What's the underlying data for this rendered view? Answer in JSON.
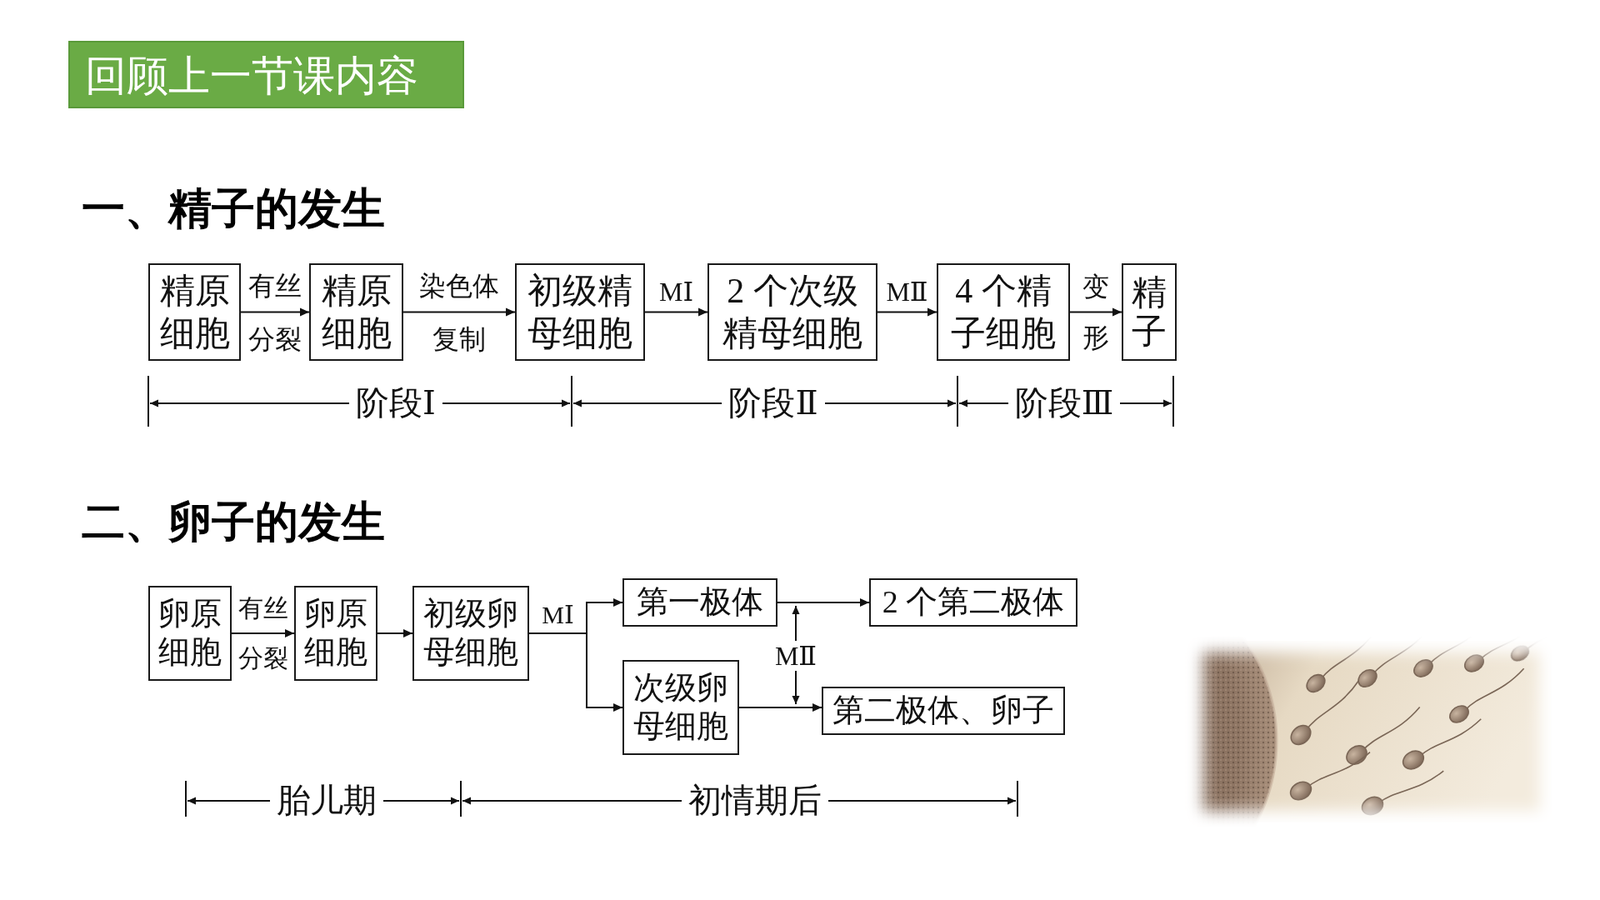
{
  "diagram": {
    "title": "回顾上一节课内容",
    "nodes": [
      {
        "text": [
          "精原 细胞"
        ]
      },
      {
        "text": [
          "精原 细胞"
        ]
      },
      {
        "text": [
          "初级精 母细胞"
        ]
      },
      {
        "text": [
          "2 个次级 精母细胞"
        ]
      },
      {
        "text": [
          "4 个精 子细胞"
        ]
      },
      {
        "text": [
          "精子"
        ]
      },
      {
        "text": [
          "卵原 细胞"
        ]
      },
      {
        "text": [
          "卵原 细胞"
        ]
      },
      {
        "text": [
          "初级卵 母细胞"
        ]
      },
      {
        "text": [
          "第一极体"
        ]
      },
      {
        "text": [
          "次级卵 母细胞"
        ]
      },
      {
        "text": [
          "2 个第二极体"
        ]
      },
      {
        "text": [
          "第二极体、卵子"
        ]
      }
    ],
    "edges": [
      {
        "from": 0,
        "to": 1,
        "label": "有丝 分裂",
        "arrow": "to"
      },
      {
        "from": 1,
        "to": 2,
        "label": "染色体 复制",
        "arrow": "to"
      },
      {
        "from": 2,
        "to": 3,
        "label": "MⅠ",
        "arrow": "to"
      },
      {
        "from": 3,
        "to": 4,
        "label": "MⅡ",
        "arrow": "to"
      },
      {
        "from": 4,
        "to": 5,
        "label": "变形",
        "arrow": "to"
      },
      {
        "from": 6,
        "to": 7,
        "label": "有丝 分裂",
        "arrow": "to"
      },
      {
        "from": 7,
        "to": 8,
        "arrow": "to"
      },
      {
        "from": 8,
        "to": 9,
        "label": "MⅠ",
        "arrow": "to"
      },
      {
        "from": 8,
        "to": 10,
        "arrow": "to"
      },
      {
        "from": 9,
        "to": 11,
        "arrow": "to"
      },
      {
        "from": 10,
        "to": 12,
        "arrow": "to"
      }
    ],
    "labels": [
      "一、精子的发生",
      "阶段Ⅰ",
      "阶段Ⅱ",
      "阶段Ⅲ",
      "二、卵子的发生",
      "MⅡ",
      "胎儿期",
      "初情期后"
    ]
  }
}
